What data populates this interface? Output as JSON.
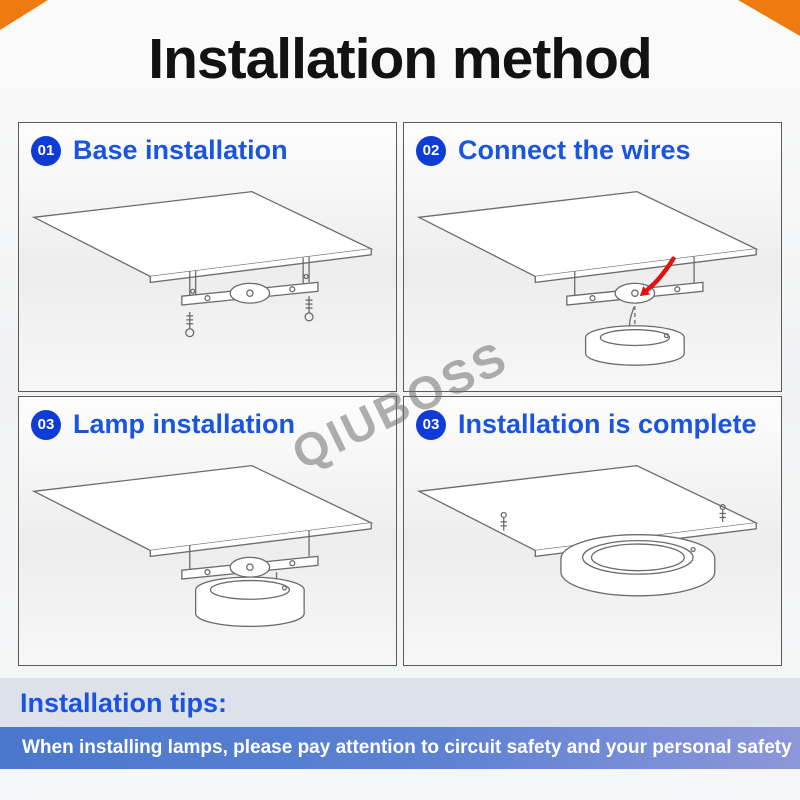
{
  "title": "Installation method",
  "watermark": "QIUBOSS",
  "steps": [
    {
      "num": "01",
      "label": "Base installation"
    },
    {
      "num": "02",
      "label": "Connect the wires"
    },
    {
      "num": "03",
      "label": "Lamp installation"
    },
    {
      "num": "03",
      "label": "Installation is complete"
    }
  ],
  "tips": {
    "heading": "Installation tips:",
    "body": "When installing lamps, please pay attention to circuit safety and your personal safety"
  },
  "colors": {
    "accent_blue": "#1a55e0",
    "badge_blue": "#0f3bd6",
    "tips_bar_blue": "#4a78ce",
    "corner_orange": "#ef7a10",
    "arrow_red": "#e01212"
  }
}
